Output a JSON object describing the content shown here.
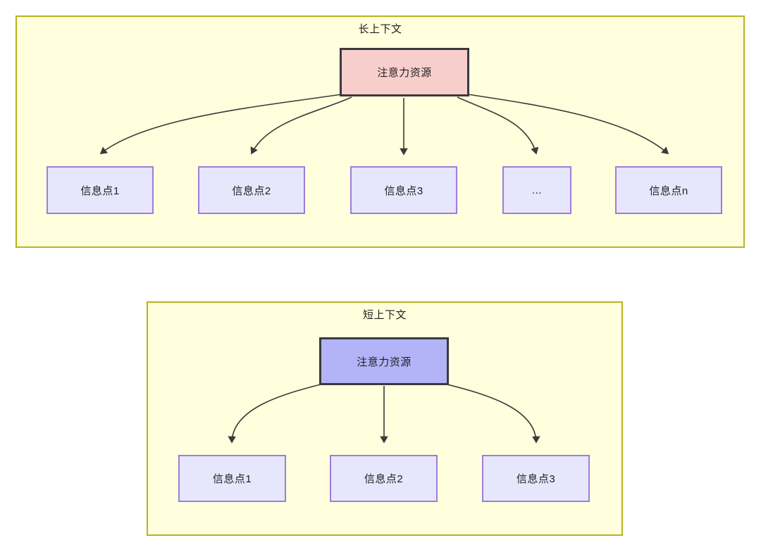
{
  "diagram": {
    "title_long": "长上下文",
    "title_short": "短上下文",
    "panels": [
      {
        "id": "long-context",
        "title": "长上下文",
        "root": {
          "label": "注意力资源",
          "fill": "#f8cecc",
          "stroke": "#3a3a3a"
        },
        "leaves": [
          {
            "label": "信息点1"
          },
          {
            "label": "信息点2"
          },
          {
            "label": "信息点3"
          },
          {
            "label": "..."
          },
          {
            "label": "信息点n"
          }
        ],
        "container_fill": "#ffffdd",
        "container_stroke": "#b8b320"
      },
      {
        "id": "short-context",
        "title": "短上下文",
        "root": {
          "label": "注意力资源",
          "fill": "#b3b3f7",
          "stroke": "#3a3a3a"
        },
        "leaves": [
          {
            "label": "信息点1"
          },
          {
            "label": "信息点2"
          },
          {
            "label": "信息点3"
          }
        ],
        "container_fill": "#ffffdd",
        "container_stroke": "#b8b320"
      }
    ],
    "colors": {
      "leaf_fill": "#e6e6fd",
      "leaf_stroke": "#9f7cdb",
      "edge_stroke": "#3a3a3a",
      "page_background": "#ffffff"
    }
  }
}
